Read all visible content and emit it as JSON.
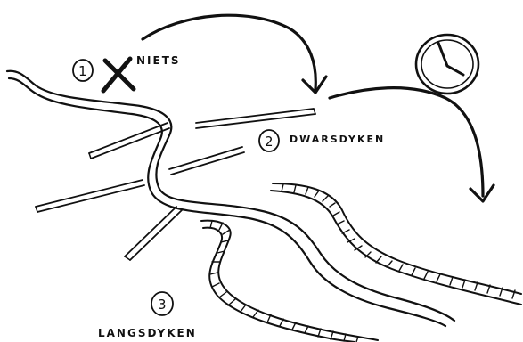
{
  "steps": [
    {
      "number": "1",
      "label": "NIETS"
    },
    {
      "number": "2",
      "label": "DWARSDYKEN"
    },
    {
      "number": "3",
      "label": "LANGSDYKEN"
    }
  ],
  "icons": [
    "cross-icon",
    "clock-icon",
    "arrow-icon"
  ],
  "ink_color": "#111111"
}
